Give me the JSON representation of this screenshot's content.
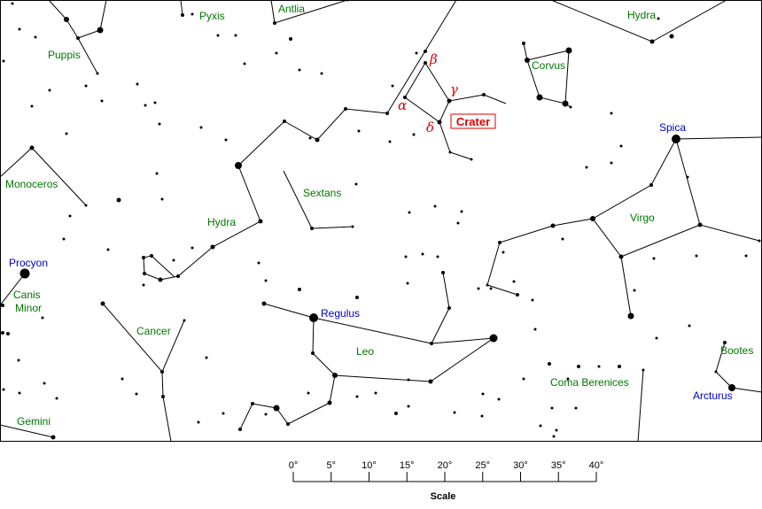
{
  "map": {
    "constellations": [
      "Antlia",
      "Pyxis",
      "Hydra",
      "Puppis",
      "Corvus",
      "Crater",
      "Sextans",
      "Monoceros",
      "Hydra",
      "Virgo",
      "Canis Minor",
      "Cancer",
      "Leo",
      "Coma Berenices",
      "Bootes",
      "Gemini"
    ],
    "canis_minor_lines": [
      "Canis",
      "Minor"
    ],
    "named_stars": [
      "Procyon",
      "Regulus",
      "Spica",
      "Arcturus"
    ],
    "crater_stars": [
      "β",
      "γ",
      "α",
      "δ"
    ],
    "highlighted": "Crater",
    "colors": {
      "constellation": "#007700",
      "star_name": "#0000cc",
      "highlight": "#dd0000"
    }
  },
  "scale": {
    "title": "Scale",
    "ticks": [
      "0°",
      "5°",
      "10°",
      "15°",
      "20°",
      "25°",
      "30°",
      "35°",
      "40°"
    ]
  }
}
